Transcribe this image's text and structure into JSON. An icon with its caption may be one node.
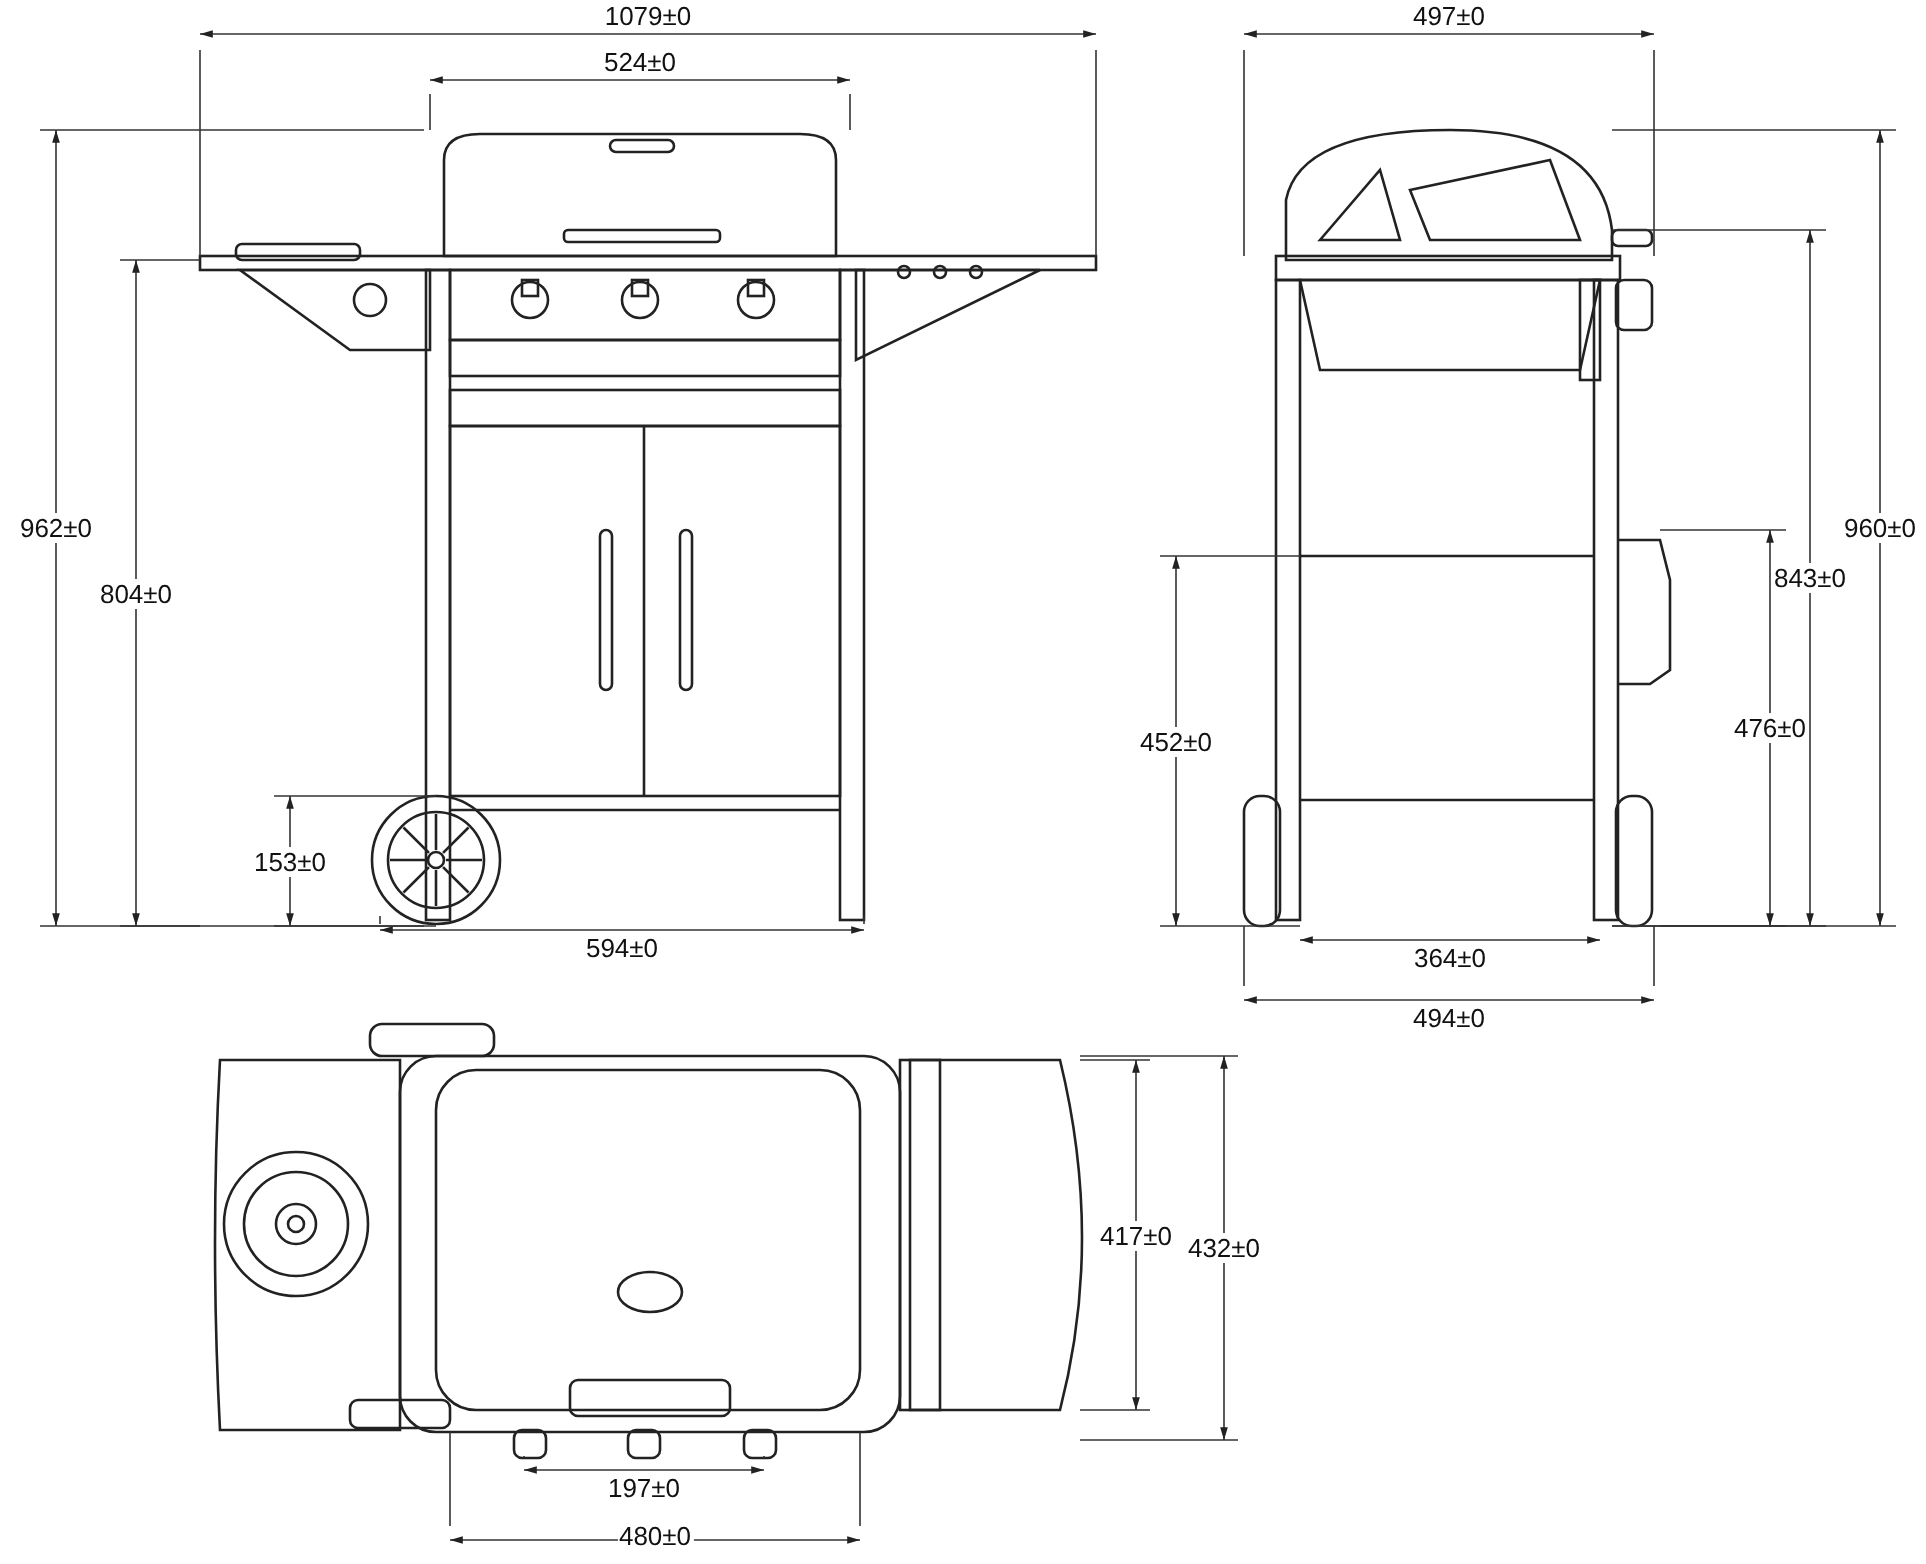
{
  "diagram": {
    "labels": [
      "1079±0",
      "497±0",
      "524±0",
      "962±0",
      "804±0",
      "960±0",
      "843±0",
      "452±0",
      "476±0",
      "153±0",
      "594±0",
      "364±0",
      "494±0",
      "417±0",
      "432±0",
      "197±0",
      "480±0"
    ]
  }
}
